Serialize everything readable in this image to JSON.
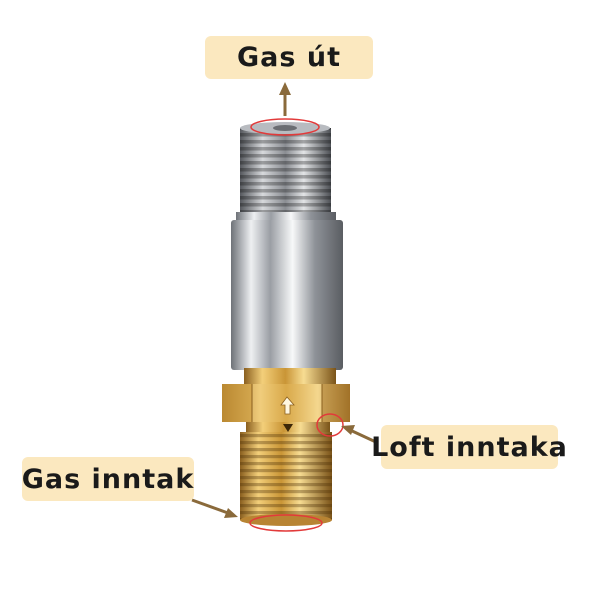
{
  "labels": {
    "gas_outlet": "Gas út",
    "air_intake": "Loft inntaka",
    "gas_inlet": "Gas inntak"
  },
  "colors": {
    "label_background": "#fbe8bf",
    "arrow": "#8a6a3b",
    "highlight_ring": "#e23a3a",
    "brass": "#d9a94a",
    "chrome": "#c9ccd1"
  },
  "icons": {
    "flow_direction": "up-arrow-icon"
  }
}
